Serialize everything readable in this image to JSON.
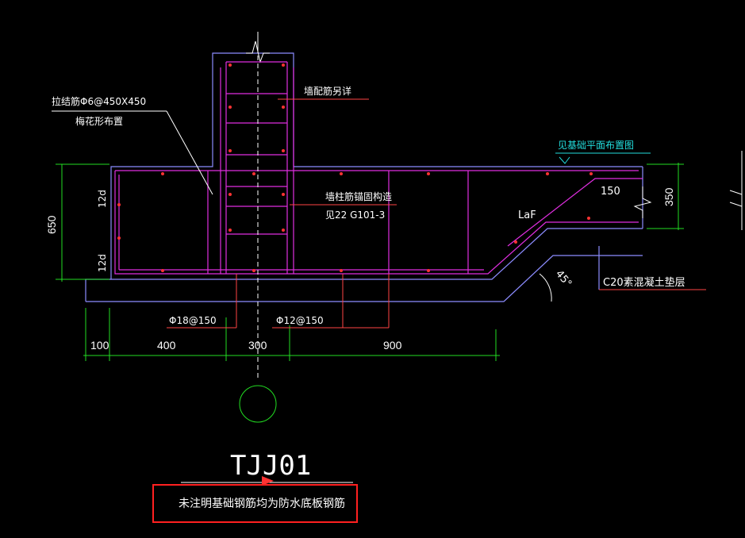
{
  "drawing": {
    "labels": {
      "tie_bar_spec": "拉结筋Φ6@450X450",
      "tie_bar_layout": "梅花形布置",
      "wall_reinf_note": "墙配筋另详",
      "wall_anchor_line1": "墙柱筋锚固构造",
      "wall_anchor_line2": "见22 G101-3",
      "foundation_plan_ref": "见基础平面布置图",
      "bar_150": "150",
      "laf": "LaF",
      "angle": "45°",
      "cushion": "C20素混凝土垫层",
      "bottom_bar_1": "Φ18@150",
      "bottom_bar_2": "Φ12@150",
      "dev_12d_top": "12d",
      "dev_12d_bottom": "12d"
    },
    "dimensions": {
      "height_650": "650",
      "right_350": "350",
      "d100": "100",
      "d400": "400",
      "d300": "300",
      "d900": "900"
    },
    "title": "TJJ01",
    "note": "未注明基础钢筋均为防水底板钢筋"
  },
  "colors": {
    "reinforcement": "#e02ee0",
    "outline": "#8c8cff",
    "dimension": "#22dd22",
    "leader": "#ff4444",
    "reference": "#22dddd",
    "highlight_box": "#ff2020"
  }
}
